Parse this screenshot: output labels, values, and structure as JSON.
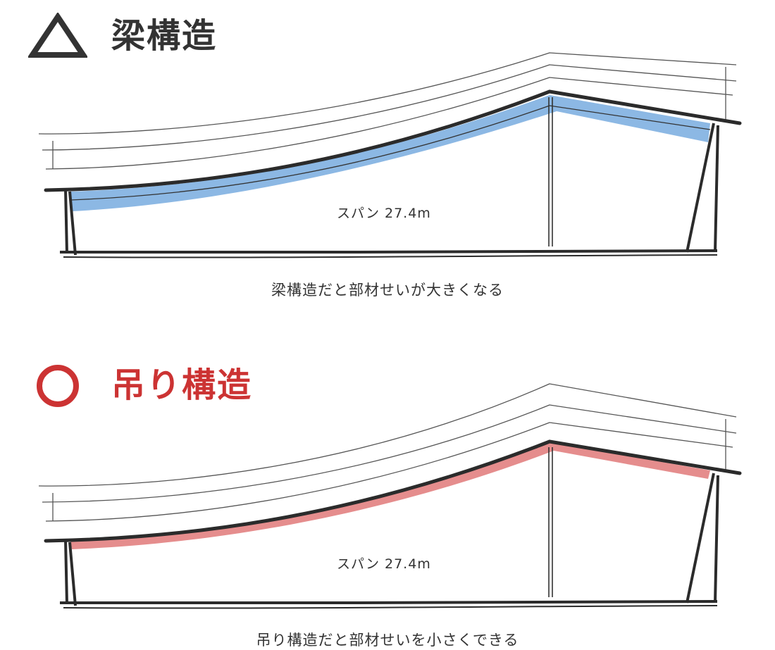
{
  "sections": [
    {
      "title": "梁構造",
      "mark": "triangle-icon",
      "span_label": "スパン 27.4m",
      "caption": "梁構造だと部材せいが大きくなる"
    },
    {
      "title": "吊り構造",
      "mark": "circle-icon",
      "span_label": "スパン 27.4m",
      "caption": "吊り構造だと部材せいを小さくできる"
    }
  ],
  "colors": {
    "ink": "#2b2b2b",
    "beam_fill": "#8cb8e4",
    "suspension_fill": "#e58d8d",
    "triangle_mark": "#333333",
    "circle_mark": "#cc3333",
    "suspension_title": "#cc3333"
  }
}
